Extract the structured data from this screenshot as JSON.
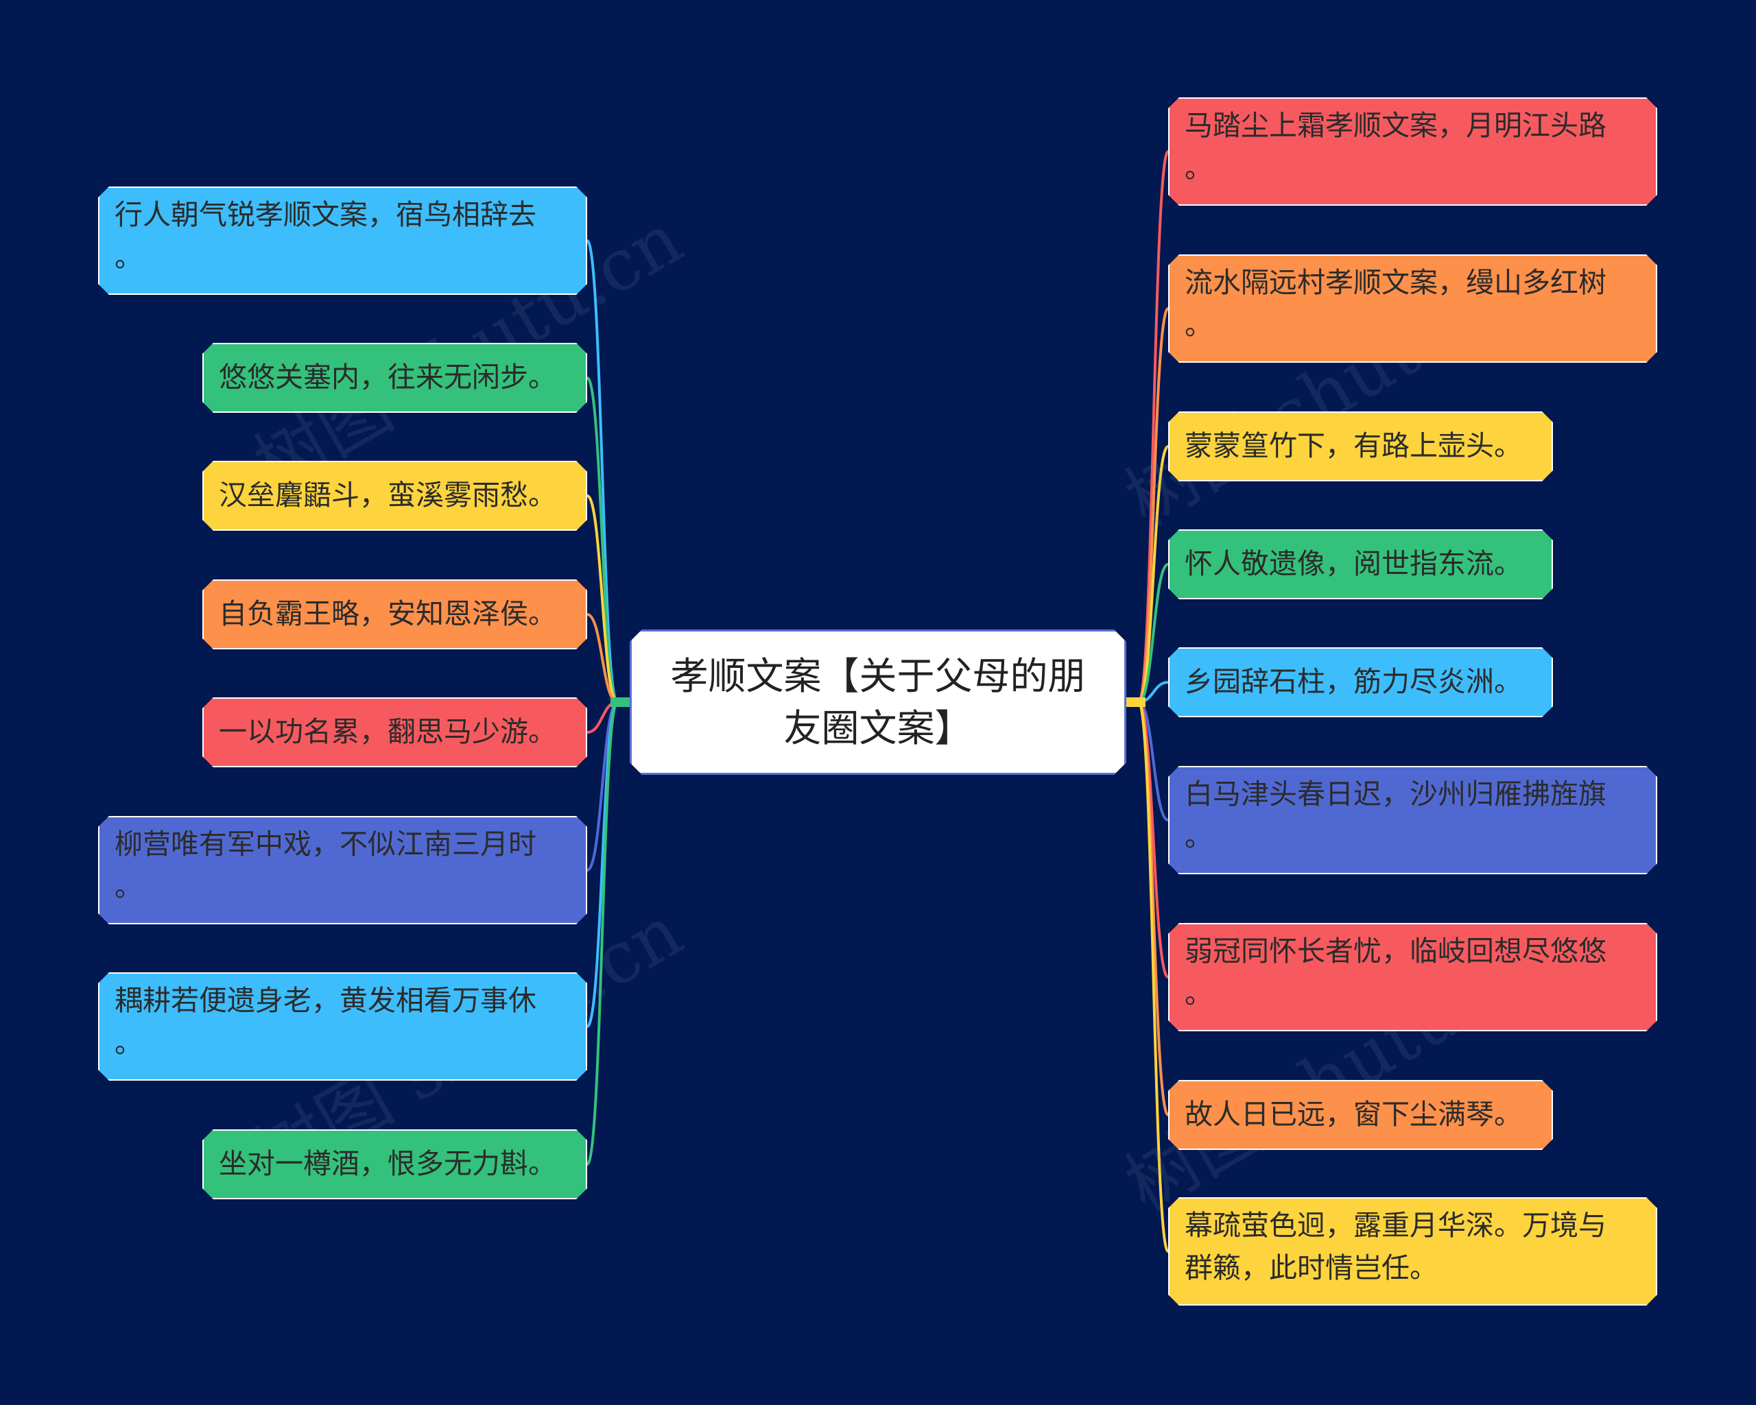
{
  "root": {
    "label": "孝顺文案【关于父母的朋友圈文案】"
  },
  "left_branches": [
    {
      "text": "行人朝气锐孝顺文案，宿鸟相辞去\n。",
      "color": "#3dbdfc"
    },
    {
      "text": "悠悠关塞内，往来无闲步。",
      "color": "#34c17b"
    },
    {
      "text": "汉垒麏鼯斗，蛮溪雾雨愁。",
      "color": "#fdd43d"
    },
    {
      "text": "自负霸王略，安知恩泽侯。",
      "color": "#fd904a"
    },
    {
      "text": "一以功名累，翻思马少游。",
      "color": "#f65a5f"
    },
    {
      "text": "柳营唯有军中戏，不似江南三月时\n。",
      "color": "#5069d2"
    },
    {
      "text": "耦耕若便遗身老，黄发相看万事休\n。",
      "color": "#3dbdfc"
    },
    {
      "text": "坐对一樽酒，恨多无力斟。",
      "color": "#34c17b"
    }
  ],
  "right_branches": [
    {
      "text": "马踏尘上霜孝顺文案，月明江头路\n。",
      "color": "#f65a5f"
    },
    {
      "text": "流水隔远村孝顺文案，缦山多红树\n。",
      "color": "#fd904a"
    },
    {
      "text": "蒙蒙篁竹下，有路上壶头。",
      "color": "#fdd43d"
    },
    {
      "text": "怀人敬遗像，阅世指东流。",
      "color": "#34c17b"
    },
    {
      "text": "乡园辞石柱，筋力尽炎洲。",
      "color": "#3dbdfc"
    },
    {
      "text": "白马津头春日迟，沙州归雁拂旌旗\n。",
      "color": "#5069d2"
    },
    {
      "text": "弱冠同怀长者忧，临岐回想尽悠悠\n。",
      "color": "#f65a5f"
    },
    {
      "text": "故人日已远，窗下尘满琴。",
      "color": "#fd904a"
    },
    {
      "text": "幕疏萤色迥，露重月华深。万境与\n群籁，此时情岂任。",
      "color": "#fdd43d"
    }
  ],
  "watermark": {
    "text": "树图 shutu.cn"
  }
}
